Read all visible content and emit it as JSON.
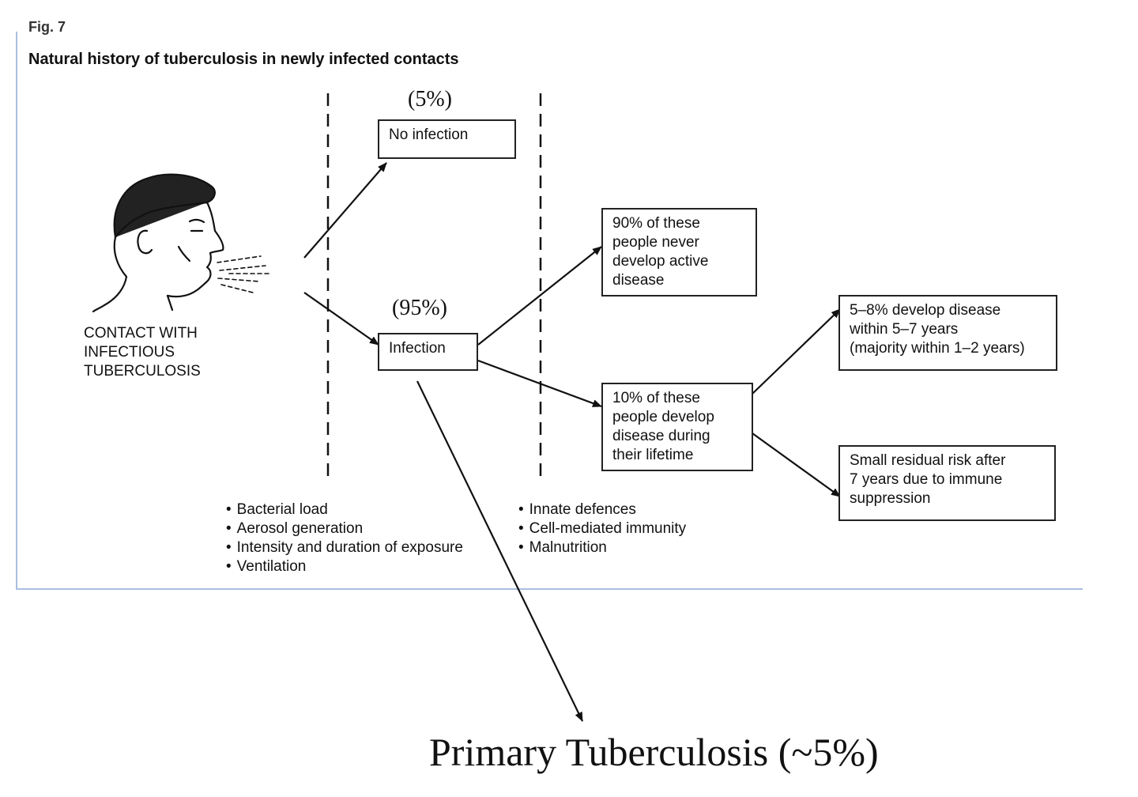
{
  "figure_label": "Fig. 7",
  "title": "Natural history of tuberculosis in newly infected contacts",
  "percentages": {
    "no_infection": "(5%)",
    "infection": "(95%)"
  },
  "contact_label": "CONTACT WITH\nINFECTIOUS\nTUBERCULOSIS",
  "boxes": {
    "no_infection": "No infection",
    "infection": "Infection",
    "never_develop": "90% of these\npeople never\ndevelop active\ndisease",
    "develop_lifetime": "10% of these\npeople develop\ndisease during\ntheir lifetime",
    "develop_5_7_years": "5–8% develop disease\nwithin 5–7 years\n(majority within 1–2 years)",
    "residual_risk": "Small residual risk after\n7 years due to immune\nsuppression"
  },
  "transmission_factors": [
    "Bacterial load",
    "Aerosol generation",
    "Intensity and duration of exposure",
    "Ventilation"
  ],
  "host_factors": [
    "Innate defences",
    "Cell-mediated immunity",
    "Malnutrition"
  ],
  "primary_tb_label": "Primary Tuberculosis (~5%)"
}
